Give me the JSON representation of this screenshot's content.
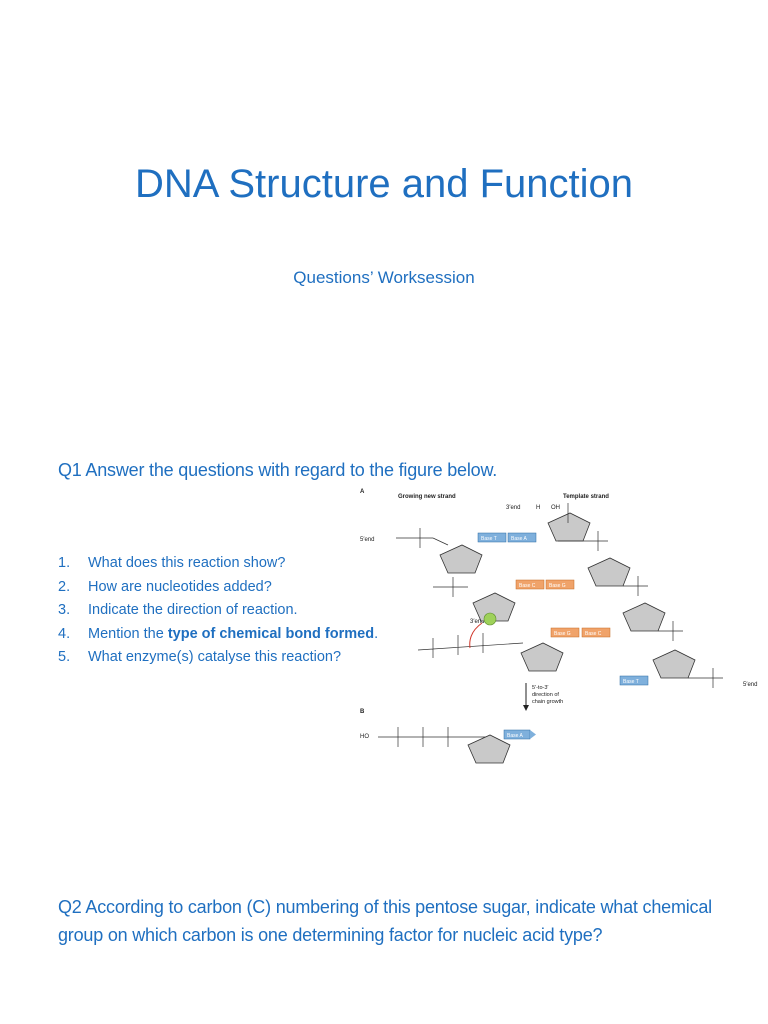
{
  "title": "DNA Structure and Function",
  "subtitle": "Questions’ Worksession",
  "q1": {
    "heading": "Q1 Answer the questions with regard to the figure below.",
    "items": [
      {
        "num": "1.",
        "text": "What does this reaction show?"
      },
      {
        "num": "2.",
        "text": "How are nucleotides added?"
      },
      {
        "num": "3.",
        "text": "Indicate the direction of reaction."
      },
      {
        "num": "4.",
        "pre": "Mention the ",
        "bold": "type of chemical bond formed",
        "post": "."
      },
      {
        "num": "5.",
        "text": "What enzyme(s) catalyse this reaction?"
      }
    ]
  },
  "figure": {
    "panel_a": "A",
    "panel_b": "B",
    "growing_strand": "Growing new strand",
    "template_strand": "Template strand",
    "end_5_left": "5′end",
    "end_3_top": "3′end",
    "end_3_mid": "3′end",
    "end_5_right": "5′end",
    "h": "H",
    "oh": "OH",
    "direction": [
      "5′-to-3′",
      "direction of",
      "chain growth"
    ],
    "bases_left": [
      "Base T",
      "Base C",
      "Base G",
      "Base T"
    ],
    "bases_right": [
      "Base A",
      "Base G",
      "Base C"
    ],
    "base_b": "Base A",
    "ho": "HO",
    "colors": {
      "blue": "#7fb0dc",
      "orange": "#f0a36a",
      "highlight": "#9ed15a"
    }
  },
  "q2": {
    "heading": "Q2 According to carbon (C) numbering of this pentose sugar, indicate what chemical group on which carbon is one determining factor for nucleic acid type?"
  }
}
